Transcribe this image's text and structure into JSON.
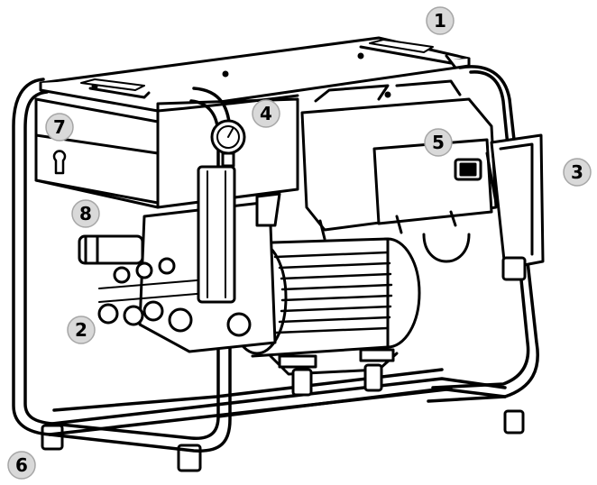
{
  "figure": {
    "palette": {
      "stroke": "#000000",
      "fill": "#ffffff",
      "callout_fill": "#d9d9d9",
      "callout_stroke": "#a6a6a6"
    }
  },
  "callouts": [
    {
      "id": "c1",
      "label": "1"
    },
    {
      "id": "c2",
      "label": "2"
    },
    {
      "id": "c3",
      "label": "3"
    },
    {
      "id": "c4",
      "label": "4"
    },
    {
      "id": "c5",
      "label": "5"
    },
    {
      "id": "c6",
      "label": "6"
    },
    {
      "id": "c7",
      "label": "7"
    },
    {
      "id": "c8",
      "label": "8"
    }
  ]
}
